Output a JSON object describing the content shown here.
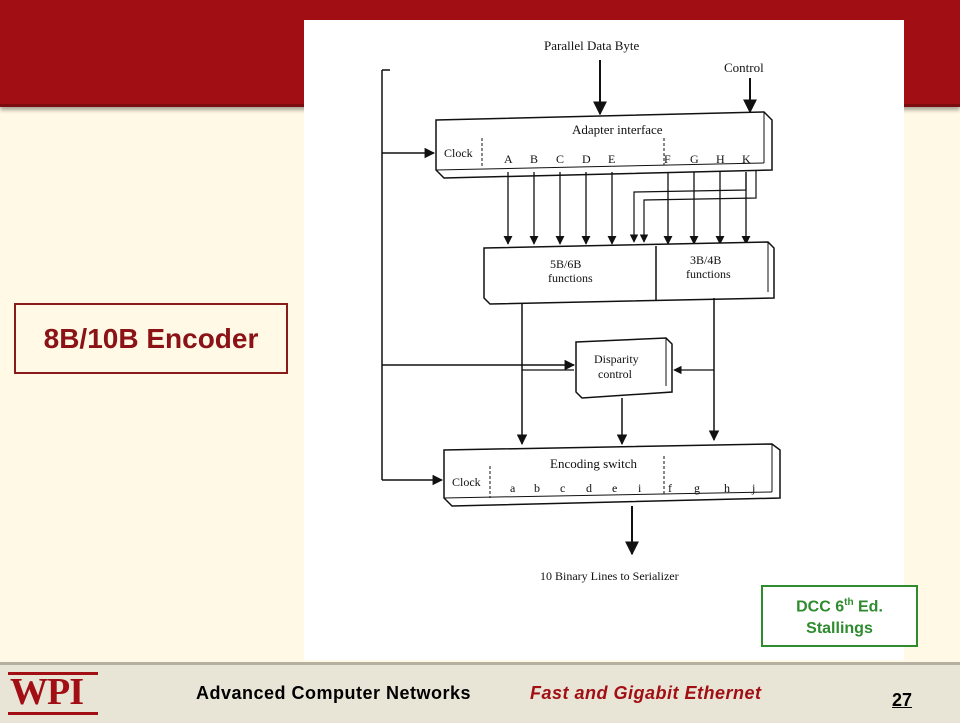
{
  "slide": {
    "title": "8B/10B Encoder",
    "credit_line1": "DCC 6",
    "credit_sup": "th",
    "credit_line1_suffix": " Ed.",
    "credit_line2": "Stallings"
  },
  "diagram": {
    "input_label": "Parallel Data Byte",
    "control_label": "Control",
    "adapter_label": "Adapter interface",
    "clock_label": "Clock",
    "input_bits": [
      "A",
      "B",
      "C",
      "D",
      "E",
      "F",
      "G",
      "H",
      "K"
    ],
    "block_5b6b_line1": "5B/6B",
    "block_5b6b_line2": "functions",
    "block_3b4b_line1": "3B/4B",
    "block_3b4b_line2": "functions",
    "disparity_line1": "Disparity",
    "disparity_line2": "control",
    "switch_label": "Encoding switch",
    "switch_clock_label": "Clock",
    "output_bits": [
      "a",
      "b",
      "c",
      "d",
      "e",
      "i",
      "f",
      "g",
      "h",
      "j"
    ],
    "output_label": "10 Binary Lines to Serializer"
  },
  "footer": {
    "logo_text": "WPI",
    "course": "Advanced Computer Networks",
    "topic": "Fast and Gigabit Ethernet",
    "page": "27"
  },
  "colors": {
    "brand_red": "#A10F14",
    "credit_green": "#2E8B2E",
    "background": "#FFF9E5"
  }
}
